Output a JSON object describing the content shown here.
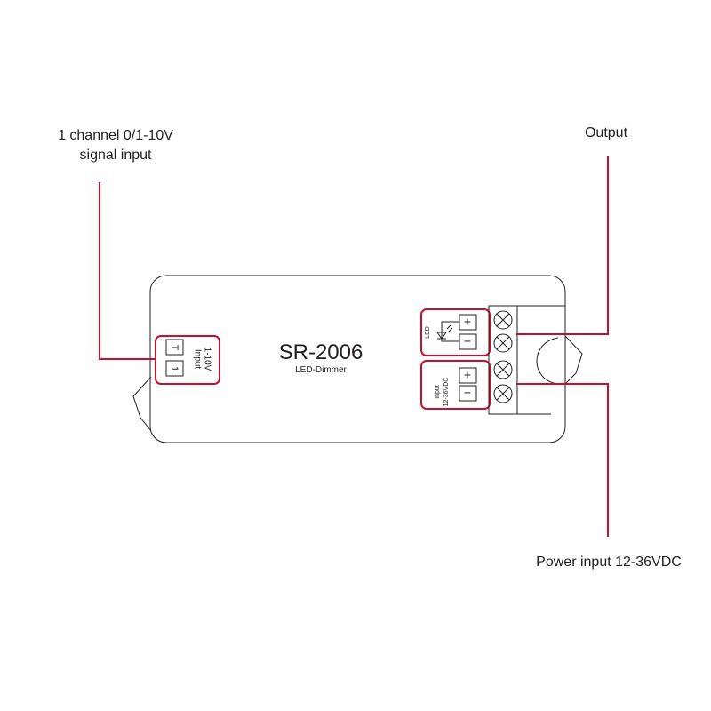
{
  "callouts": {
    "signal_input_line1": "1 channel 0/1-10V",
    "signal_input_line2": "signal input",
    "output": "Output",
    "power_input": "Power input 12-36VDC"
  },
  "device": {
    "model": "SR-2006",
    "subtitle": "LED-Dimmer"
  },
  "input_block": {
    "label_line1": "Input",
    "label_line2": "1-10V",
    "terminals": [
      "T",
      "1"
    ]
  },
  "led_block": {
    "label": "LED",
    "terminals": [
      "+",
      "−"
    ]
  },
  "power_block": {
    "label_line1": "Input",
    "label_line2": "12-36VDC",
    "terminals": [
      "+",
      "−"
    ]
  },
  "colors": {
    "callout_line": "#c8102e",
    "outline": "#231f20",
    "highlight_box": "#c8102e"
  }
}
